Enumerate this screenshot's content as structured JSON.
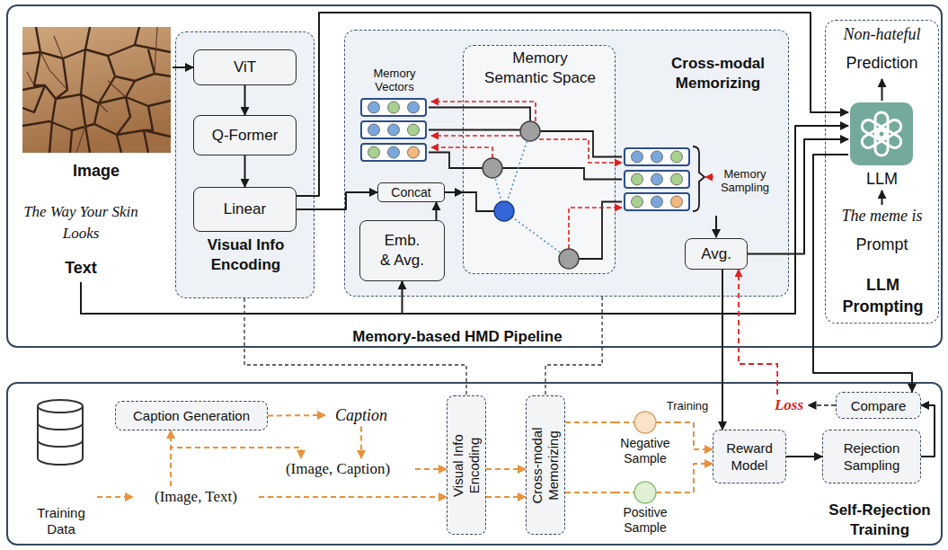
{
  "diagram": {
    "nodes": [
      {
        "text": [
          "Memory-based HMD Pipeline"
        ]
      },
      {
        "text": [
          "Image"
        ],
        "in": 0
      },
      {
        "text": [
          "The Way Your Skin Looks",
          "Text"
        ],
        "in": 0
      },
      {
        "text": [
          "Visual Info Encoding"
        ],
        "in": 0
      },
      {
        "text": [
          "ViT"
        ],
        "in": 3
      },
      {
        "text": [
          "Q-Former"
        ],
        "in": 3
      },
      {
        "text": [
          "Linear"
        ],
        "in": 3
      },
      {
        "text": [
          "Cross-modal Memorizing"
        ],
        "in": 0
      },
      {
        "text": [
          "Memory Semantic Space"
        ],
        "in": 7
      },
      {
        "text": [
          "Concat"
        ],
        "in": 7
      },
      {
        "text": [
          "Emb. & Avg."
        ],
        "in": 7
      },
      {
        "text": [
          "Avg."
        ],
        "in": 7
      },
      {
        "text": [
          "LLM Prompting"
        ],
        "in": 0
      },
      {
        "text": [
          "Non-hateful",
          "Prediction"
        ],
        "in": 12
      },
      {
        "text": [
          "LLM"
        ],
        "in": 12
      },
      {
        "text": [
          "The meme is",
          "Prompt"
        ],
        "in": 12
      },
      {
        "text": [
          "Self-Rejection Training"
        ]
      },
      {
        "text": [
          "Training Data"
        ],
        "in": 16
      },
      {
        "text": [
          "(Image, Text)"
        ],
        "in": 16
      },
      {
        "text": [
          "Caption Generation"
        ],
        "in": 16
      },
      {
        "text": [
          "Caption"
        ],
        "in": 16
      },
      {
        "text": [
          "(Image, Caption)"
        ],
        "in": 16
      },
      {
        "text": [
          "Visual Info Encoding"
        ],
        "in": 16
      },
      {
        "text": [
          "Cross-modal Memorizing"
        ],
        "in": 16
      },
      {
        "text": [
          "Negative Sample"
        ],
        "in": 16
      },
      {
        "text": [
          "Positive Sample"
        ],
        "in": 16
      },
      {
        "text": [
          "Reward Model"
        ],
        "in": 16
      },
      {
        "text": [
          "Rejection Sampling"
        ],
        "in": 16
      },
      {
        "text": [
          "Compare"
        ],
        "in": 16
      },
      {
        "text": [
          "Loss"
        ],
        "in": 16
      }
    ],
    "edges": [
      {
        "from": 1,
        "to": 4,
        "arrow": "to"
      },
      {
        "from": 4,
        "to": 5,
        "arrow": "to"
      },
      {
        "from": 5,
        "to": 6,
        "arrow": "to"
      },
      {
        "from": 6,
        "to": 9,
        "arrow": "to"
      },
      {
        "from": 6,
        "to": 14,
        "arrow": "to"
      },
      {
        "from": 2,
        "to": 10,
        "arrow": "to"
      },
      {
        "from": 2,
        "to": 14,
        "arrow": "to"
      },
      {
        "from": 10,
        "to": 9,
        "arrow": "to"
      },
      {
        "from": 9,
        "to": 8,
        "arrow": "to"
      },
      {
        "from": 11,
        "to": 14,
        "arrow": "to"
      },
      {
        "from": 14,
        "to": 13,
        "arrow": "to"
      },
      {
        "from": 15,
        "to": 14,
        "arrow": "to"
      },
      {
        "from": 14,
        "to": 28,
        "arrow": "to"
      },
      {
        "from": 11,
        "to": 26,
        "arrow": "to"
      },
      {
        "from": 29,
        "to": 11,
        "arrow": "to"
      },
      {
        "from": 28,
        "to": 29,
        "arrow": "to"
      },
      {
        "from": 26,
        "to": 27,
        "arrow": "to"
      },
      {
        "from": 27,
        "to": 28,
        "arrow": "to"
      },
      {
        "from": 17,
        "to": 18,
        "arrow": "to"
      },
      {
        "from": 18,
        "to": 19,
        "arrow": "to"
      },
      {
        "from": 18,
        "to": 21,
        "arrow": "to"
      },
      {
        "from": 19,
        "to": 20,
        "arrow": "to"
      },
      {
        "from": 20,
        "to": 21,
        "arrow": "to"
      },
      {
        "from": 21,
        "to": 22,
        "arrow": "to"
      },
      {
        "from": 18,
        "to": 22,
        "arrow": "to"
      },
      {
        "from": 22,
        "to": 23,
        "arrow": "to"
      },
      {
        "from": 22,
        "to": 23,
        "arrow": "to"
      },
      {
        "from": 23,
        "to": 24,
        "arrow": "none"
      },
      {
        "from": 23,
        "to": 25,
        "arrow": "none"
      },
      {
        "from": 24,
        "to": 26,
        "arrow": "to"
      },
      {
        "from": 25,
        "to": 26,
        "arrow": "to"
      },
      {
        "from": 3,
        "to": 22,
        "arrow": "none"
      },
      {
        "from": 7,
        "to": 23,
        "arrow": "none"
      }
    ],
    "labels": [
      "Memory Vectors",
      "Memory Sampling",
      "Training"
    ]
  }
}
